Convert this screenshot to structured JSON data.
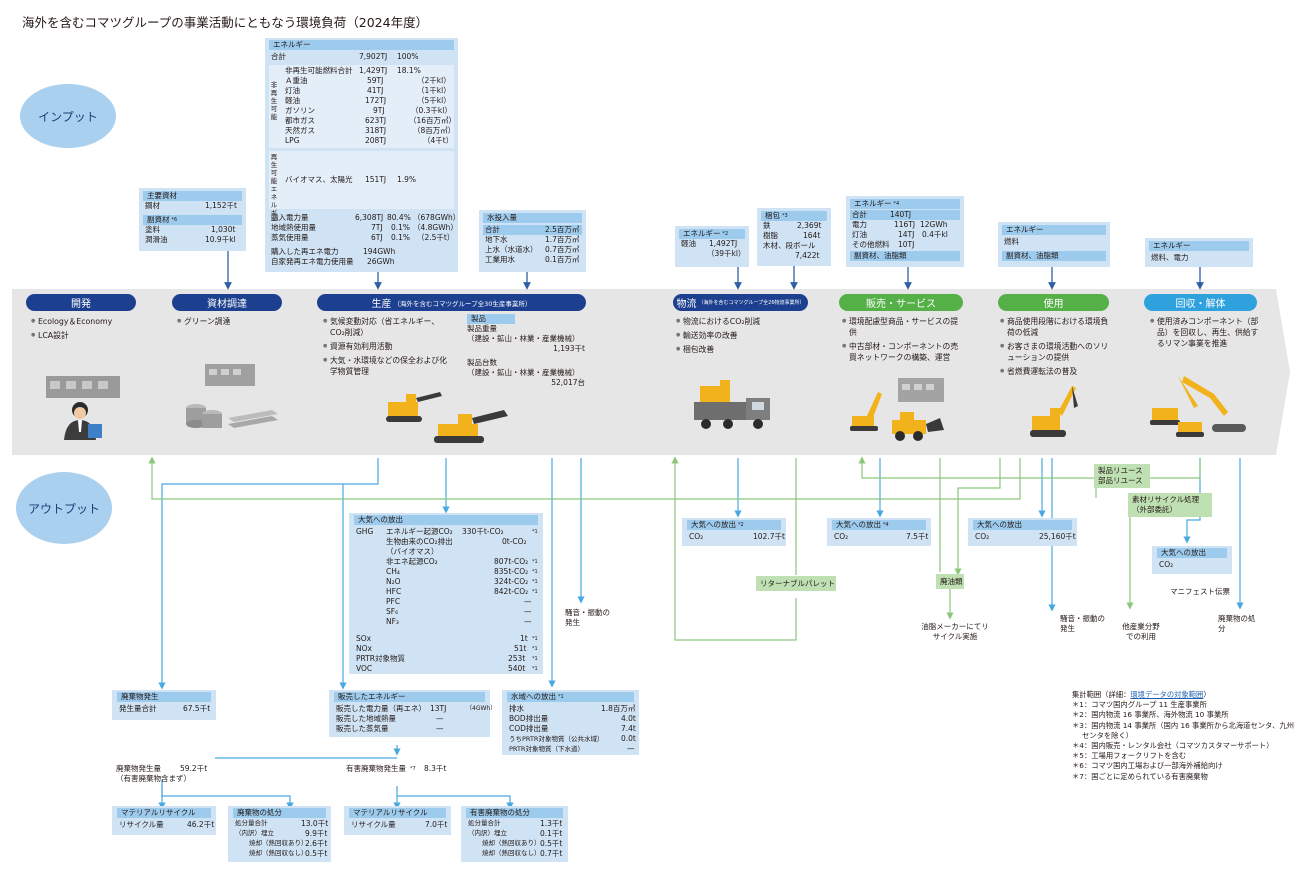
{
  "title": "海外を含むコマツグループの事業活動にともなう環境負荷（2024年度）",
  "labels": {
    "input": "インプット",
    "output": "アウトプット"
  },
  "colors": {
    "dark_blue": "#1d3f8f",
    "green": "#55b048",
    "cyan": "#2fa2dd",
    "light_blue": "#cfe3f5",
    "arrow_blue": "#2f5fa8",
    "line_cyan": "#4aa8e0",
    "line_green": "#8cc67c"
  },
  "energy_input": {
    "header": "エネルギー",
    "total": {
      "label": "合計",
      "value": "7,902TJ",
      "pct": "100%"
    },
    "nonrenew_label": "非再生可能",
    "nonrenew_total": {
      "label": "非再生可能燃料合計",
      "value": "1,429TJ",
      "pct": "18.1%"
    },
    "nonrenew_items": [
      {
        "label": "Ａ重油",
        "value": "59TJ",
        "sub": "（2千kl）"
      },
      {
        "label": "灯油",
        "value": "41TJ",
        "sub": "（1千kl）"
      },
      {
        "label": "軽油",
        "value": "172TJ",
        "sub": "（5千kl）"
      },
      {
        "label": "ガソリン",
        "value": "9TJ",
        "sub": "（0.3千kl）"
      },
      {
        "label": "都市ガス",
        "value": "623TJ",
        "sub": "（16百万㎥）"
      },
      {
        "label": "天然ガス",
        "value": "318TJ",
        "sub": "（8百万㎥）"
      },
      {
        "label": "LPG",
        "value": "208TJ",
        "sub": "（4千t）"
      }
    ],
    "renew_label": "再生可能エネルギー",
    "renew_item": {
      "label": "バイオマス、太陽光",
      "value": "151TJ",
      "pct": "1.9%"
    },
    "purchase_items": [
      {
        "label": "購入電力量",
        "value": "6,308TJ",
        "pct": "80.4%",
        "sub": "（678GWh）"
      },
      {
        "label": "地域熱使用量",
        "value": "7TJ",
        "pct": "0.1%",
        "sub": "（4.8GWh）"
      },
      {
        "label": "蒸気使用量",
        "value": "6TJ",
        "pct": "0.1%",
        "sub": "（2.5千t）"
      }
    ],
    "renew_power": [
      {
        "label": "購入した再エネ電力",
        "value": "194GWh"
      },
      {
        "label": "自家発再エネ電力使用量",
        "value": "26GWh"
      }
    ]
  },
  "materials_input": {
    "main_header": "主要資材",
    "main_items": [
      {
        "label": "鋼材",
        "value": "1,152千t"
      }
    ],
    "sub_header": "副資材",
    "sub_note": "*6",
    "sub_items": [
      {
        "label": "塗料",
        "value": "1,030t"
      },
      {
        "label": "潤滑油",
        "value": "10.9千kl"
      }
    ]
  },
  "water_input": {
    "header": "水投入量",
    "total": {
      "label": "合計",
      "value": "2.5百万㎥"
    },
    "items": [
      {
        "label": "地下水",
        "value": "1.7百万㎥"
      },
      {
        "label": "上水（水道水）",
        "value": "0.7百万㎥"
      },
      {
        "label": "工業用水",
        "value": "0.1百万㎥"
      }
    ]
  },
  "logistics_energy": {
    "header": "エネルギー",
    "note": "*2",
    "label": "軽油",
    "value": "1,492TJ",
    "sub": "（39千kl）"
  },
  "packaging_input": {
    "header": "梱包",
    "note": "*3",
    "items": [
      {
        "label": "鉄",
        "value": "2,369t"
      },
      {
        "label": "樹脂",
        "value": "164t"
      },
      {
        "label": "木材、段ボール",
        "value": "7,422t"
      }
    ]
  },
  "sales_energy": {
    "header": "エネルギー",
    "note": "*4",
    "total": {
      "label": "合計",
      "value": "140TJ"
    },
    "items": [
      {
        "label": "電力",
        "value": "116TJ",
        "sub": "12GWh"
      },
      {
        "label": "灯油",
        "value": "14TJ",
        "sub": "0.4千kl"
      },
      {
        "label": "その他燃料",
        "value": "10TJ",
        "sub": ""
      }
    ],
    "sub_label": "副資材、油脂類"
  },
  "use_energy": {
    "header": "エネルギー",
    "label1": "燃料",
    "label2": "副資材、油脂類"
  },
  "recovery_energy": {
    "header": "エネルギー",
    "label": "燃料、電力"
  },
  "stages": [
    {
      "name": "開発",
      "sub": "",
      "bullets": [
        "Ecology＆Economy",
        "LCA設計"
      ]
    },
    {
      "name": "資材調達",
      "sub": "",
      "bullets": [
        "グリーン調達"
      ]
    },
    {
      "name": "生産",
      "sub": "（海外を含むコマツグループ全30生産事業所）",
      "bullets": [
        "気候変動対応（省エネルギー、CO₂削減）",
        "資源有効利用活動",
        "大気・水環境などの保全および化学物質管理"
      ]
    },
    {
      "name": "物流",
      "sub": "（海外を含むコマツグループ全26物流事業所）",
      "bullets": [
        "物流におけるCO₂削減",
        "輸送効率の改善",
        "梱包改善"
      ]
    },
    {
      "name": "販売・サービス",
      "sub": "",
      "bullets": [
        "環境配慮型商品・サービスの提供",
        "中古部材・コンポーネントの売買ネットワークの構築、運営"
      ]
    },
    {
      "name": "使用",
      "sub": "",
      "bullets": [
        "商品使用段階における環境負荷の低減",
        "お客さまの環境活動へのソリューションの提供",
        "省燃費運転法の普及"
      ]
    },
    {
      "name": "回収・解体",
      "sub": "",
      "bullets": [
        "使用済みコンポーネント（部品）を回収し、再生、供給するリマン事業を推進"
      ]
    }
  ],
  "products": {
    "header": "製品",
    "weight_label": "製品重量",
    "weight_sub": "（建設・鉱山・林業・産業機械）",
    "weight_value": "1,193千t",
    "units_label": "製品台数",
    "units_sub": "（建設・鉱山・林業・産業機械）",
    "units_value": "52,017台"
  },
  "air_emissions": {
    "header": "大気への放出",
    "ghg_label": "GHG",
    "ghg_items": [
      {
        "label": "エネルギー起源CO₂",
        "value": "330千t-CO₂",
        "note": "*1"
      },
      {
        "label": "生物由来のCO₂排出",
        "value": "0t-CO₂",
        "note": ""
      },
      {
        "label": "（バイオマス）",
        "value": "",
        "note": ""
      },
      {
        "label": "非エネ起源CO₂",
        "value": "807t-CO₂",
        "note": "*1"
      },
      {
        "label": "CH₄",
        "value": "835t-CO₂",
        "note": "*1"
      },
      {
        "label": "N₂O",
        "value": "324t-CO₂",
        "note": "*1"
      },
      {
        "label": "HFC",
        "value": "842t-CO₂",
        "note": "*1"
      },
      {
        "label": "PFC",
        "value": "—",
        "note": ""
      },
      {
        "label": "SF₆",
        "value": "—",
        "note": ""
      },
      {
        "label": "NF₃",
        "value": "—",
        "note": ""
      }
    ],
    "other_items": [
      {
        "label": "SOx",
        "value": "1t",
        "note": "*1"
      },
      {
        "label": "NOx",
        "value": "51t",
        "note": "*1"
      },
      {
        "label": "PRTR対象物質",
        "value": "253t",
        "note": "*1"
      },
      {
        "label": "VOC",
        "value": "540t",
        "note": "*1"
      }
    ]
  },
  "noise_production": "騒音・振動の発生",
  "sold_energy": {
    "header": "販売したエネルギー",
    "items": [
      {
        "label": "販売した電力量（再エネ）",
        "value": "13TJ",
        "sub": "（4GWh）"
      },
      {
        "label": "販売した地域熱量",
        "value": "—",
        "sub": ""
      },
      {
        "label": "販売した蒸気量",
        "value": "—",
        "sub": ""
      }
    ]
  },
  "water_emissions": {
    "header": "水域への放出",
    "note": "*1",
    "items": [
      {
        "label": "排水",
        "value": "1.8百万㎥"
      },
      {
        "label": "BOD排出量",
        "value": "4.0t"
      },
      {
        "label": "COD排出量",
        "value": "7.4t"
      },
      {
        "label": "うちPRTR対象物質（公共水域）",
        "value": "0.0t"
      },
      {
        "label": "PRTR対象物質（下水道）",
        "value": "—"
      }
    ]
  },
  "waste": {
    "header": "廃棄物発生",
    "total_label": "発生量合計",
    "total_value": "67.5千t",
    "waste_label": "廃棄物発生量",
    "waste_sub": "（有害廃棄物含まず）",
    "waste_value": "59.2千t",
    "haz_label": "有害廃棄物発生量",
    "haz_note": "*7",
    "haz_value": "8.3千t",
    "recycle1": {
      "header": "マテリアルリサイクル",
      "label": "リサイクル量",
      "value": "46.2千t"
    },
    "disposal1": {
      "header": "廃棄物の処分",
      "items": [
        {
          "label": "処分量合計",
          "value": "13.0千t"
        },
        {
          "label": "（内訳）埋立",
          "value": "9.9千t"
        },
        {
          "label": "焼却（熱回収あり）",
          "value": "2.6千t"
        },
        {
          "label": "焼却（熱回収なし）",
          "value": "0.5千t"
        }
      ]
    },
    "recycle2": {
      "header": "マテリアルリサイクル",
      "label": "リサイクル量",
      "value": "7.0千t"
    },
    "disposal2": {
      "header": "有害廃棄物の処分",
      "items": [
        {
          "label": "処分量合計",
          "value": "1.3千t"
        },
        {
          "label": "（内訳）埋立",
          "value": "0.1千t"
        },
        {
          "label": "焼却（熱回収あり）",
          "value": "0.5千t"
        },
        {
          "label": "焼却（熱回収なし）",
          "value": "0.7千t"
        }
      ]
    }
  },
  "logistics_air": {
    "header": "大気への放出",
    "note": "*2",
    "label": "CO₂",
    "value": "102.7千t"
  },
  "sales_air": {
    "header": "大気への放出",
    "note": "*4",
    "label": "CO₂",
    "value": "7.5千t"
  },
  "use_air": {
    "header": "大気への放出",
    "label": "CO₂",
    "value": "25,160千t"
  },
  "recovery_air": {
    "header": "大気への放出",
    "label": "CO₂"
  },
  "returnable_pallet": "リターナブルパレット",
  "product_reuse": "製品リユース",
  "parts_reuse": "部品リユース",
  "material_recycle": "素材リサイクル処理",
  "material_recycle_sub": "（外部委託）",
  "waste_oil": "廃油類",
  "oil_recycle": "油脂メーカーにてリサイクル実施",
  "noise_use": "騒音・振動の発生",
  "other_industry": "他産業分野での利用",
  "manifest": "マニフェスト伝票",
  "waste_disposal": "廃棄物の処分",
  "footnotes": {
    "heading_prefix": "集計範囲（詳細：",
    "heading_link": "環境データの対象範囲",
    "heading_suffix": "）",
    "items": [
      "＊1：コマツ国内グループ 11 生産事業所",
      "＊2：国内物流 16 事業所、海外物流 10 事業所",
      "＊3：国内物流 14 事業所（国内 16 事業所から北海道センタ、九州センタを除く）",
      "＊4：国内販売・レンタル会社（コマツカスタマーサポート）",
      "＊5：工場用フォークリフトを含む",
      "＊6：コマツ国内工場および一部海外補給向け",
      "＊7：国ごとに定められている有害廃棄物"
    ]
  }
}
